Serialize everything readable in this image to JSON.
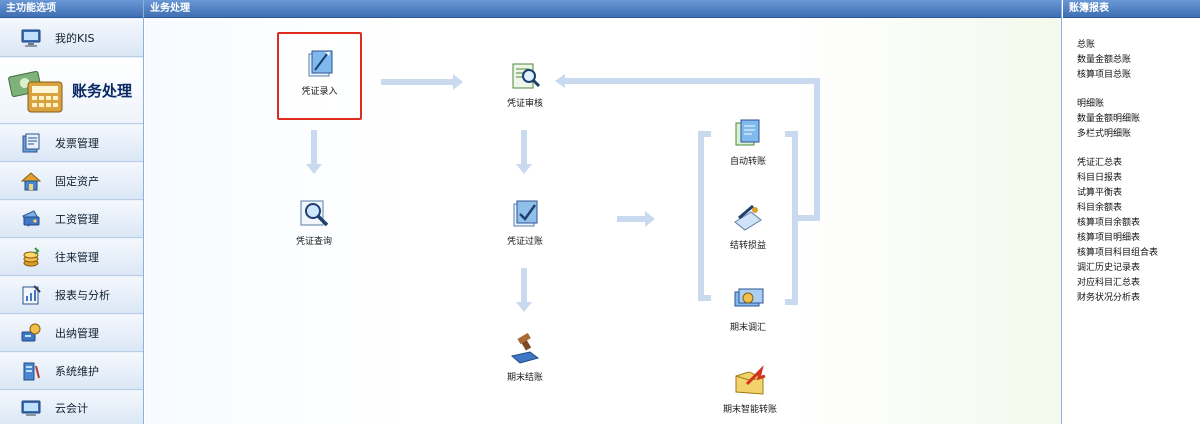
{
  "sidebar": {
    "title": "主功能选项",
    "items": [
      {
        "label": "我的KIS"
      },
      {
        "label": "账务处理"
      },
      {
        "label": "发票管理"
      },
      {
        "label": "固定资产"
      },
      {
        "label": "工资管理"
      },
      {
        "label": "往来管理"
      },
      {
        "label": "报表与分析"
      },
      {
        "label": "出纳管理"
      },
      {
        "label": "系统维护"
      },
      {
        "label": "云会计"
      }
    ]
  },
  "main": {
    "title": "业务处理",
    "nodes": {
      "voucher_entry": "凭证录入",
      "voucher_review": "凭证审核",
      "voucher_query": "凭证查询",
      "voucher_posting": "凭证过账",
      "period_close": "期末结账",
      "auto_transfer": "自动转账",
      "transfer_pl": "结转损益",
      "period_exchange": "期末调汇",
      "smart_transfer": "期末智能转账"
    }
  },
  "reports": {
    "title": "账簿报表",
    "groups": [
      [
        "总账",
        "数量金额总账",
        "核算项目总账"
      ],
      [
        "明细账",
        "数量金额明细账",
        "多栏式明细账"
      ],
      [
        "凭证汇总表",
        "科目日报表",
        "试算平衡表",
        "科目余额表",
        "核算项目余额表",
        "核算项目明细表",
        "核算项目科目组合表",
        "调汇历史记录表",
        "对应科目汇总表",
        "财务状况分析表"
      ]
    ]
  }
}
